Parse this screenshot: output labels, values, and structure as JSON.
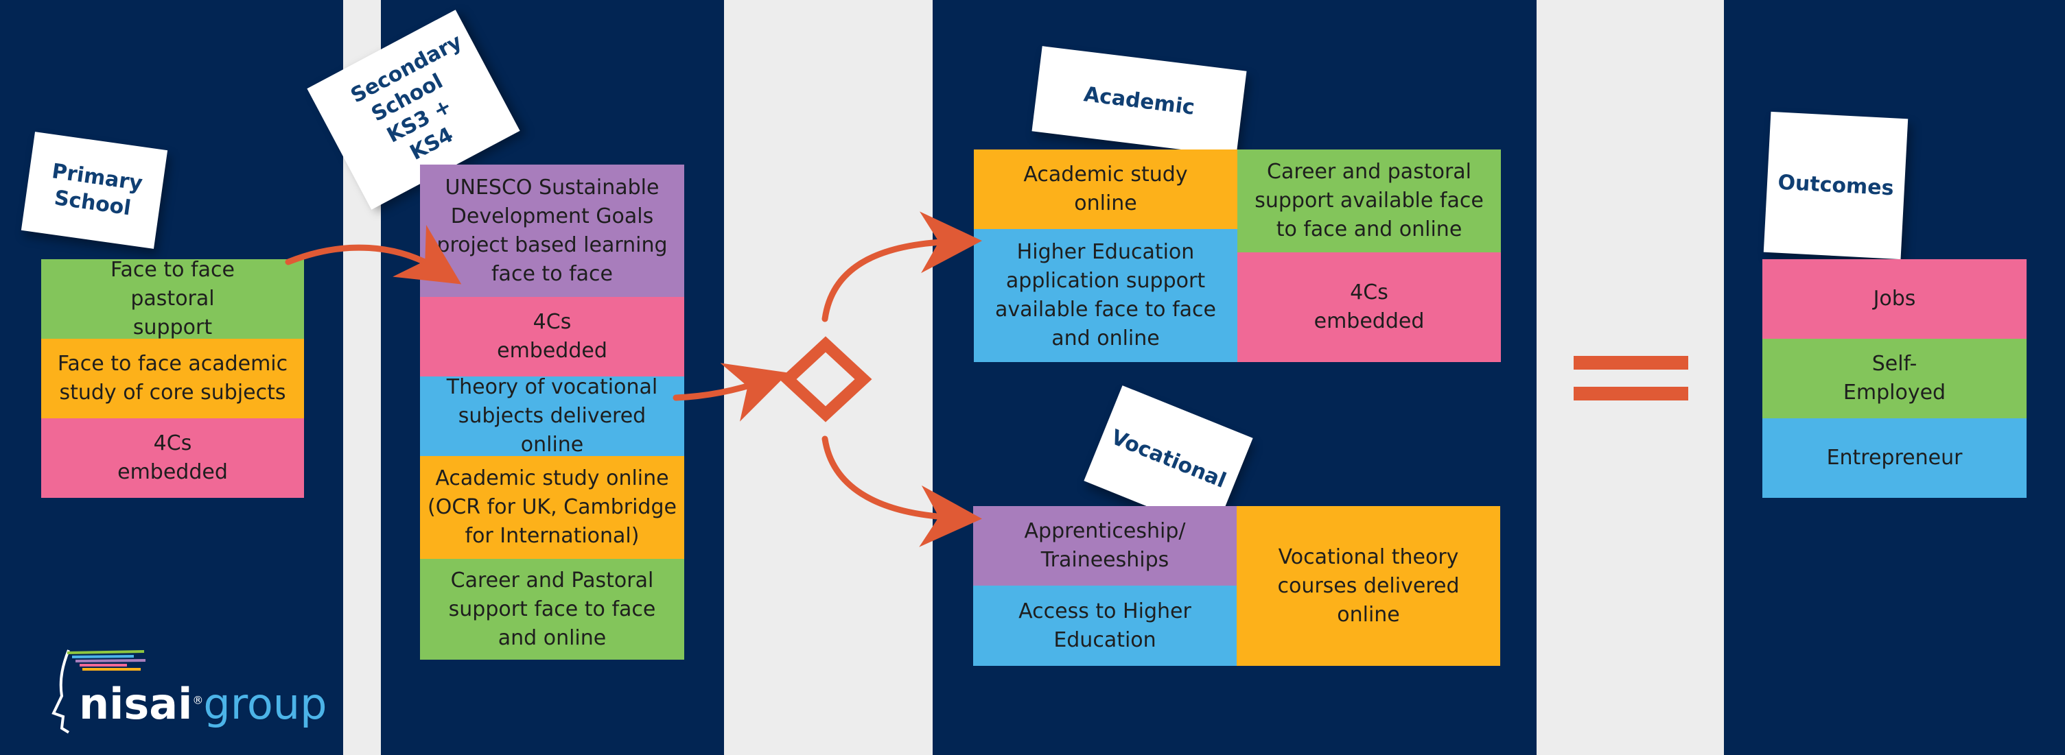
{
  "primary": {
    "title": "Primary School",
    "items": [
      "Face to face pastoral support",
      "Face to face academic study of core subjects",
      "4Cs embedded"
    ]
  },
  "secondary": {
    "title": "Secondary School KS3 + KS4",
    "items": [
      "UNESCO Sustainable Development Goals project based learning face to face",
      "4Cs embedded",
      "Theory of vocational subjects delivered online",
      "Academic study online (OCR for UK, Cambridge for International)",
      "Career and Pastoral support face to face and online"
    ]
  },
  "academic": {
    "title": "Academic",
    "items": [
      "Academic study online",
      "Career and pastoral support available face to face and online",
      "Higher Education application support available face to face and online",
      "4Cs embedded"
    ]
  },
  "vocational": {
    "title": "Vocational",
    "items": [
      "Apprenticeship/ Traineeships",
      "Access to Higher Education",
      "Vocational theory courses delivered online"
    ]
  },
  "outcomes": {
    "title": "Outcomes",
    "items": [
      "Jobs",
      "Self- Employed",
      "Entrepreneur"
    ]
  },
  "logo": {
    "brand": "nisai",
    "suffix": "group",
    "mark": "®"
  },
  "colors": {
    "navy": "#022553",
    "green": "#83c55b",
    "orange": "#fdb11a",
    "pink": "#f06996",
    "purple": "#a87dbc",
    "blue": "#4cb4e8",
    "accent": "#e05a35",
    "title_text": "#103f73"
  }
}
